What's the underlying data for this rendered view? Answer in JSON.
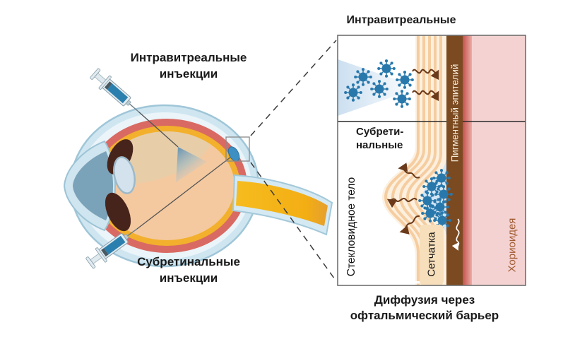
{
  "left_figure": {
    "intravitreal_label": {
      "line1": "Интравитреальные",
      "line2": "инъекции"
    },
    "subretinal_label": {
      "line1": "Субретинальные",
      "line2": "инъекции"
    }
  },
  "panel": {
    "title": "Интравитреальные",
    "subretinal_section": {
      "line1": "Субрети-",
      "line2": "нальные"
    },
    "vitreous_label": "Стекловидное тело",
    "retina_label": "Сетчатка",
    "pigment_epithelium_label": "Пигментный эпителий",
    "choroid_label": "Хориоидея"
  },
  "caption": {
    "line1": "Диффузия через",
    "line2": "офтальмический барьер"
  },
  "colors": {
    "virus_blue": "#2878AB",
    "rpe_brown": "#7B4A21",
    "choroid_pink": "#F4D2D2",
    "red_layer": "#C4524E",
    "retina_stripe": "#F5CDA0",
    "retina_base": "#FDF0DF",
    "bleb_blue": "#D2E6F7",
    "arrow_brown": "#6B3A1A",
    "syringe_liquid": "#2B7FAE"
  }
}
